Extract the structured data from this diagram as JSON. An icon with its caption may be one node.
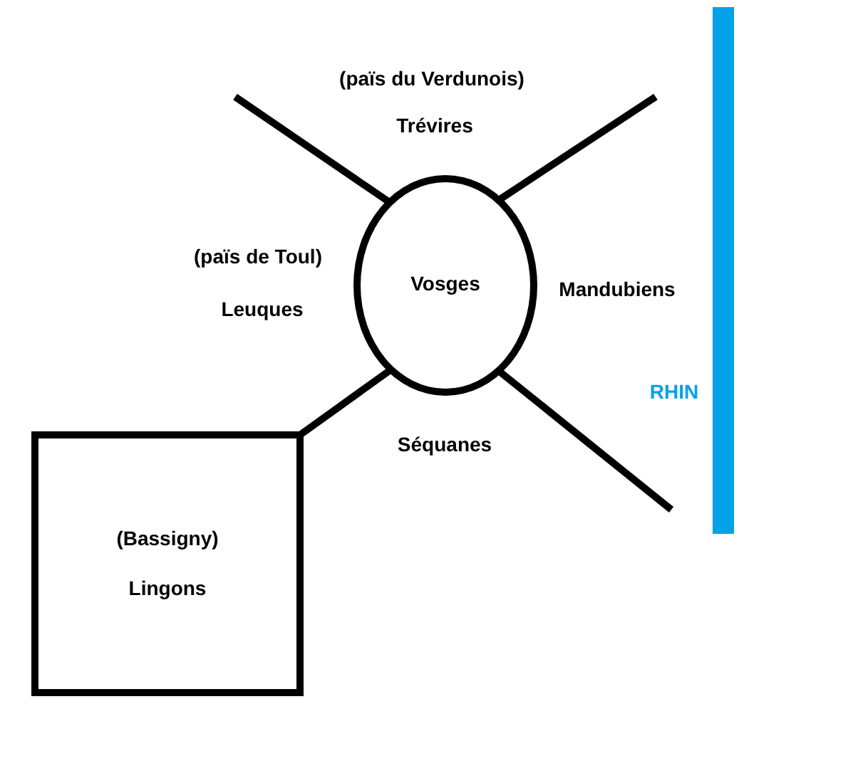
{
  "diagram": {
    "nodes": [
      {
        "text": [
          "Vosges"
        ]
      },
      {
        "text": [
          "(Bassigny)",
          "Lingons"
        ]
      },
      {
        "text": [],
        "shape": "bar",
        "beside": [
          "RHIN"
        ]
      }
    ],
    "edges": [
      {
        "from": 0,
        "to": null,
        "arrow": "none"
      },
      {
        "from": 0,
        "to": null,
        "arrow": "none"
      },
      {
        "from": 0,
        "to": 1,
        "arrow": "none"
      },
      {
        "from": 0,
        "to": null,
        "arrow": "none"
      }
    ],
    "labels": [
      "(païs du Verdunois)",
      "Trévires",
      "(païs de Toul)",
      "Mandubiens",
      "Leuques",
      "Séquanes"
    ]
  }
}
